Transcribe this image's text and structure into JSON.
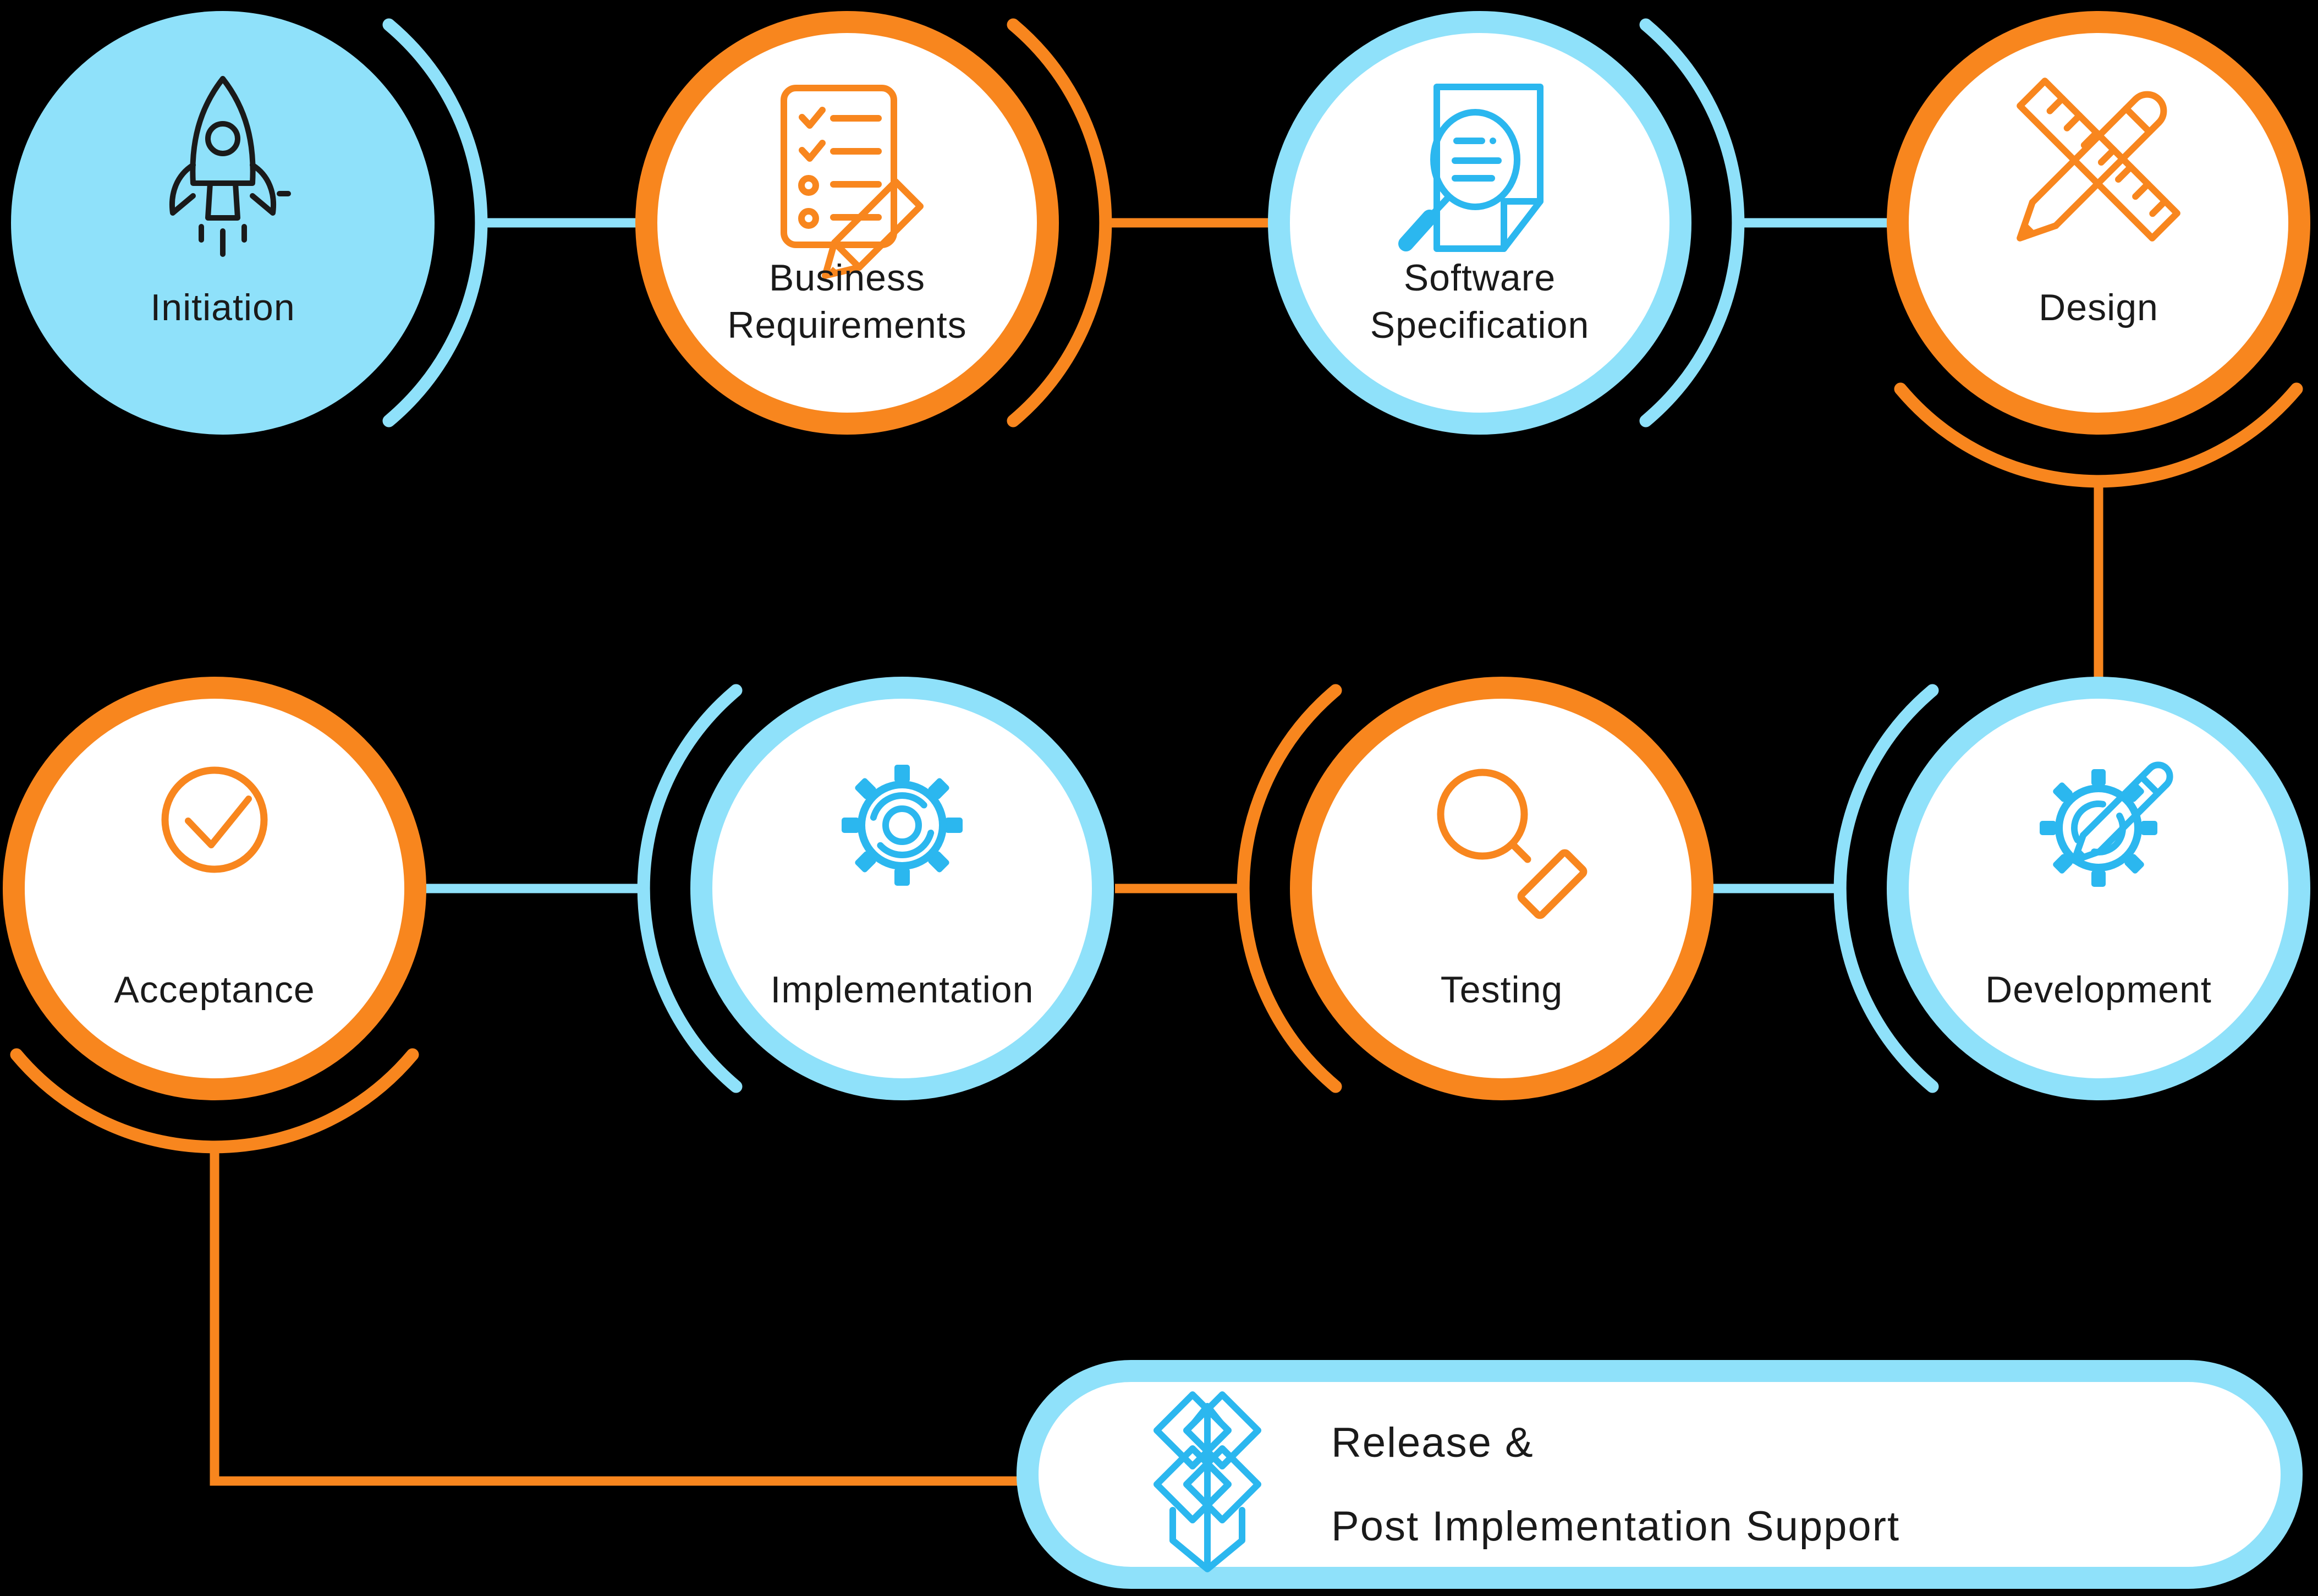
{
  "colors": {
    "background": "#000000",
    "orange": "#F8861E",
    "light_blue": "#8FE1FA",
    "icon_blue": "#2BB7EF",
    "label_text": "#1A1A1A",
    "circle_fill": "#FFFFFF"
  },
  "stages": {
    "initiation": {
      "label": "Initiation",
      "icon": "rocket-icon"
    },
    "business_requirements": {
      "label_line1": "Business",
      "label_line2": "Requirements",
      "icon": "checklist-pencil-icon"
    },
    "software_specification": {
      "label_line1": "Software",
      "label_line2": "Specification",
      "icon": "document-magnifier-icon"
    },
    "design": {
      "label": "Design",
      "icon": "ruler-pencil-icon"
    },
    "development": {
      "label": "Development",
      "icon": "gear-pencil-icon"
    },
    "testing": {
      "label": "Testing",
      "icon": "magnifier-icon"
    },
    "implementation": {
      "label": "Implementation",
      "icon": "gear-icon"
    },
    "acceptance": {
      "label": "Acceptance",
      "icon": "check-circle-icon"
    }
  },
  "release_box": {
    "label_line1": "Release &",
    "label_line2": "Post Implementation Support",
    "icon": "open-box-icon"
  }
}
